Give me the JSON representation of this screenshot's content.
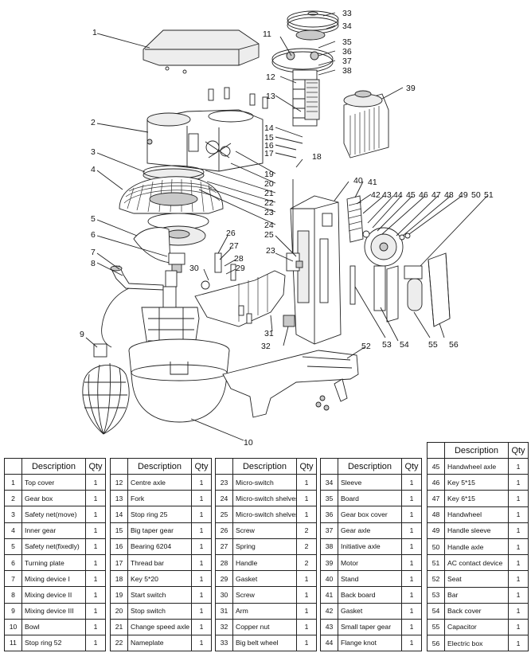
{
  "headers": {
    "description": "Description",
    "qty": "Qty"
  },
  "callouts": [
    "1",
    "2",
    "3",
    "4",
    "5",
    "6",
    "7",
    "8",
    "9",
    "10",
    "11",
    "12",
    "13",
    "14",
    "15",
    "16",
    "17",
    "18",
    "19",
    "20",
    "21",
    "22",
    "23",
    "24",
    "25",
    "26",
    "27",
    "28",
    "29",
    "30",
    "31",
    "32",
    "33",
    "34",
    "35",
    "36",
    "37",
    "38",
    "39",
    "40",
    "41",
    "42",
    "43",
    "44",
    "45",
    "46",
    "47",
    "48",
    "49",
    "50",
    "51",
    "52",
    "53",
    "54",
    "55",
    "56"
  ],
  "parts": [
    {
      "no": "1",
      "desc": "Top cover",
      "qty": "1"
    },
    {
      "no": "2",
      "desc": "Gear box",
      "qty": "1"
    },
    {
      "no": "3",
      "desc": "Safety net(move)",
      "qty": "1"
    },
    {
      "no": "4",
      "desc": "Inner gear",
      "qty": "1"
    },
    {
      "no": "5",
      "desc": "Safety net(fixedly)",
      "qty": "1"
    },
    {
      "no": "6",
      "desc": "Turning plate",
      "qty": "1"
    },
    {
      "no": "7",
      "desc": "Mixing device I",
      "qty": "1"
    },
    {
      "no": "8",
      "desc": "Mixing device II",
      "qty": "1"
    },
    {
      "no": "9",
      "desc": "Mixing device III",
      "qty": "1"
    },
    {
      "no": "10",
      "desc": "Bowl",
      "qty": "1"
    },
    {
      "no": "11",
      "desc": "Stop ring  52",
      "qty": "1"
    },
    {
      "no": "12",
      "desc": "Centre axle",
      "qty": "1"
    },
    {
      "no": "13",
      "desc": "Fork",
      "qty": "1"
    },
    {
      "no": "14",
      "desc": "Stop ring  25",
      "qty": "1"
    },
    {
      "no": "15",
      "desc": "Big taper gear",
      "qty": "1"
    },
    {
      "no": "16",
      "desc": "Bearing 6204",
      "qty": "1"
    },
    {
      "no": "17",
      "desc": "Thread bar",
      "qty": "1"
    },
    {
      "no": "18",
      "desc": "Key 5*20",
      "qty": "1"
    },
    {
      "no": "19",
      "desc": "Start switch",
      "qty": "1"
    },
    {
      "no": "20",
      "desc": "Stop switch",
      "qty": "1"
    },
    {
      "no": "21",
      "desc": "Change speed axle",
      "qty": "1"
    },
    {
      "no": "22",
      "desc": "Nameplate",
      "qty": "1"
    },
    {
      "no": "23",
      "desc": "Micro-switch",
      "qty": "1"
    },
    {
      "no": "24",
      "desc": "Micro-switch shelves",
      "qty": "1"
    },
    {
      "no": "25",
      "desc": "Micro-switch shelves",
      "qty": "1"
    },
    {
      "no": "26",
      "desc": "Screw",
      "qty": "2"
    },
    {
      "no": "27",
      "desc": "Spring",
      "qty": "2"
    },
    {
      "no": "28",
      "desc": "Handle",
      "qty": "2"
    },
    {
      "no": "29",
      "desc": "Gasket",
      "qty": "1"
    },
    {
      "no": "30",
      "desc": "Screw",
      "qty": "1"
    },
    {
      "no": "31",
      "desc": "Arm",
      "qty": "1"
    },
    {
      "no": "32",
      "desc": "Copper  nut",
      "qty": "1"
    },
    {
      "no": "33",
      "desc": "Big belt wheel",
      "qty": "1"
    },
    {
      "no": "34",
      "desc": "Sleeve",
      "qty": "1"
    },
    {
      "no": "35",
      "desc": "Board",
      "qty": "1"
    },
    {
      "no": "36",
      "desc": "Gear box cover",
      "qty": "1"
    },
    {
      "no": "37",
      "desc": "Gear axle",
      "qty": "1"
    },
    {
      "no": "38",
      "desc": "Initiative axle",
      "qty": "1"
    },
    {
      "no": "39",
      "desc": "Motor",
      "qty": "1"
    },
    {
      "no": "40",
      "desc": "Stand",
      "qty": "1"
    },
    {
      "no": "41",
      "desc": "Back board",
      "qty": "1"
    },
    {
      "no": "42",
      "desc": "Gasket",
      "qty": "1"
    },
    {
      "no": "43",
      "desc": "Small taper gear",
      "qty": "1"
    },
    {
      "no": "44",
      "desc": "Flange knot",
      "qty": "1"
    },
    {
      "no": "45",
      "desc": "Handwheel axle",
      "qty": "1"
    },
    {
      "no": "46",
      "desc": "Key 5*15",
      "qty": "1"
    },
    {
      "no": "47",
      "desc": "Key 6*15",
      "qty": "1"
    },
    {
      "no": "48",
      "desc": "Handwheel",
      "qty": "1"
    },
    {
      "no": "49",
      "desc": "Handle sleeve",
      "qty": "1"
    },
    {
      "no": "50",
      "desc": "Handle axle",
      "qty": "1"
    },
    {
      "no": "51",
      "desc": "AC contact device",
      "qty": "1"
    },
    {
      "no": "52",
      "desc": "Seat",
      "qty": "1"
    },
    {
      "no": "53",
      "desc": "Bar",
      "qty": "1"
    },
    {
      "no": "54",
      "desc": "Back cover",
      "qty": "1"
    },
    {
      "no": "55",
      "desc": "Capacitor",
      "qty": "1"
    },
    {
      "no": "56",
      "desc": "Electric box",
      "qty": "1"
    }
  ]
}
